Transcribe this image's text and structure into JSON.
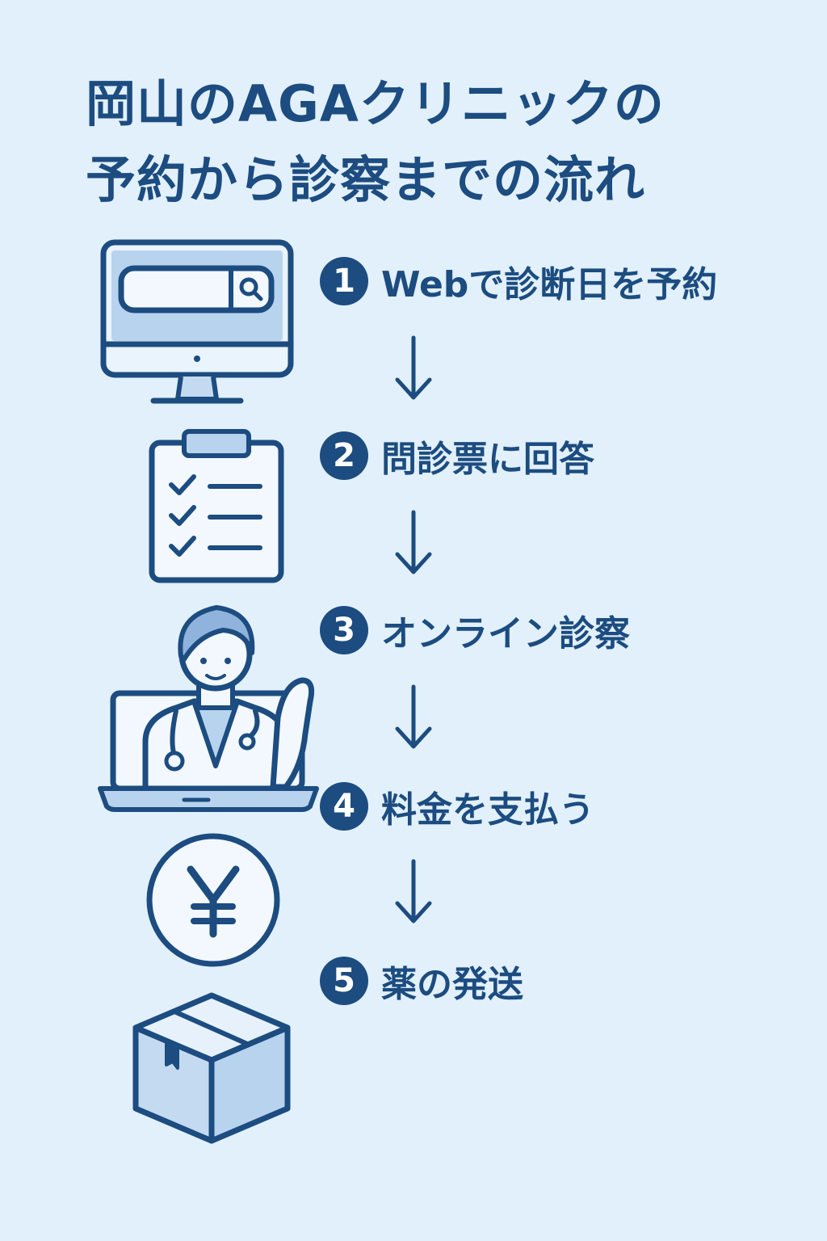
{
  "title": {
    "line1": "岡山のAGAクリニックの",
    "line2": "予約から診察までの流れ"
  },
  "steps": [
    {
      "number": "1",
      "label": "Webで診断日を予約",
      "icon": "computer-search-icon"
    },
    {
      "number": "2",
      "label": "問診票に回答",
      "icon": "clipboard-checklist-icon"
    },
    {
      "number": "3",
      "label": "オンライン診察",
      "icon": "doctor-laptop-icon"
    },
    {
      "number": "4",
      "label": "料金を支払う",
      "icon": "yen-coin-icon"
    },
    {
      "number": "5",
      "label": "薬の発送",
      "icon": "package-box-icon"
    }
  ],
  "colors": {
    "background": "#e2f0fb",
    "primary": "#1c4c80",
    "icon_fill_light": "#c3daf0",
    "icon_fill_white": "#f2f8fd"
  }
}
